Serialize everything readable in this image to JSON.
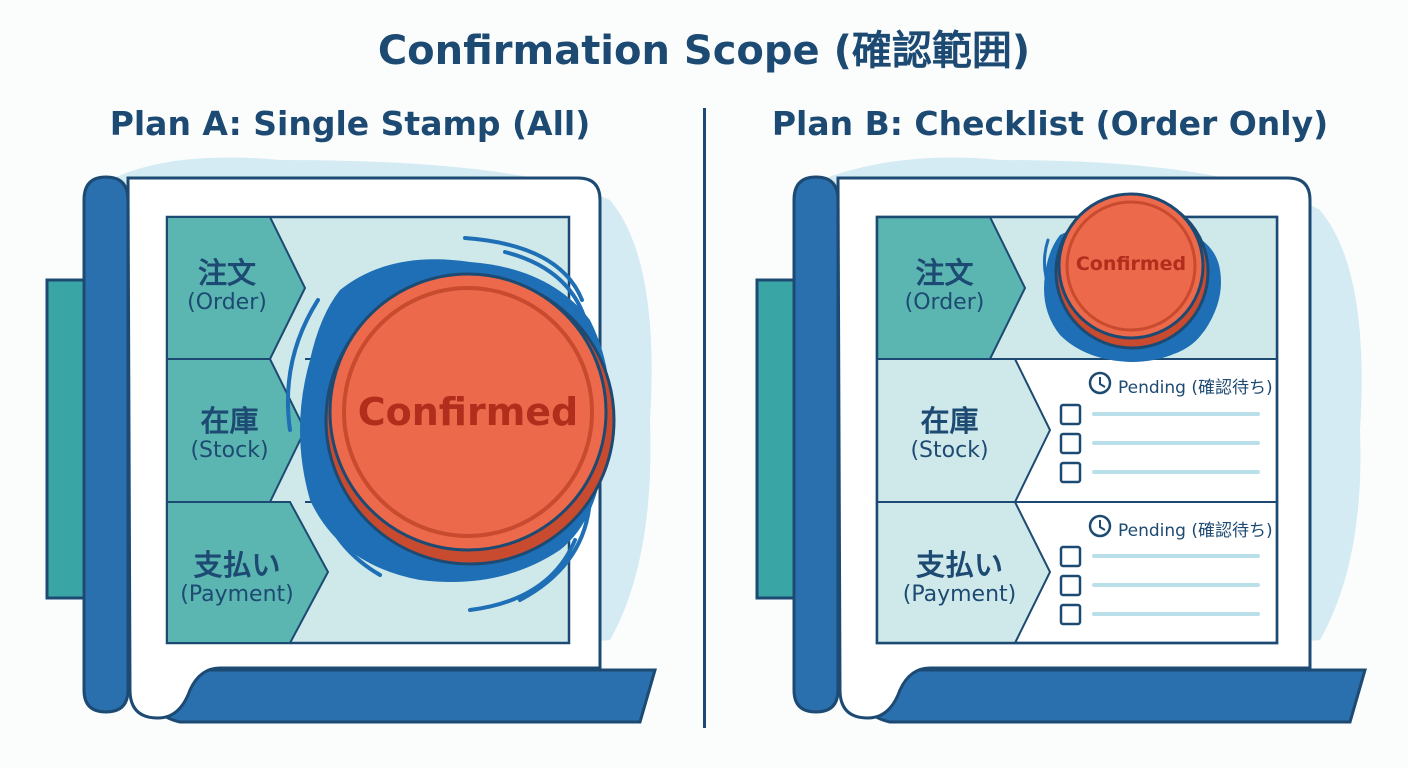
{
  "title": "Confirmation Scope (確認範囲)",
  "plan_a": {
    "title": "Plan A: Single Stamp (All)",
    "stamp_label": "Confirmed",
    "rows": [
      {
        "jp": "注文",
        "en": "(Order)"
      },
      {
        "jp": "在庫",
        "en": "(Stock)"
      },
      {
        "jp": "支払い",
        "en": "(Payment)"
      }
    ]
  },
  "plan_b": {
    "title": "Plan B: Checklist (Order Only)",
    "stamp_label": "Confirmed",
    "pending_label": "Pending (確認待ち)",
    "rows": [
      {
        "jp": "注文",
        "en": "(Order)"
      },
      {
        "jp": "在庫",
        "en": "(Stock)"
      },
      {
        "jp": "支払い",
        "en": "(Payment)"
      }
    ]
  },
  "colors": {
    "navy": "#1d4a72",
    "blue": "#2a6fae",
    "teal": "#3aa5a5",
    "label_fill": "#5bb5b0",
    "cell_fill": "#cfe9ea",
    "stamp": "#ec6a4b",
    "stamp_ink": "#1e6fb5"
  },
  "icons": [
    "clock-icon",
    "checkbox-icon",
    "stamp-icon",
    "scroll-icon"
  ]
}
